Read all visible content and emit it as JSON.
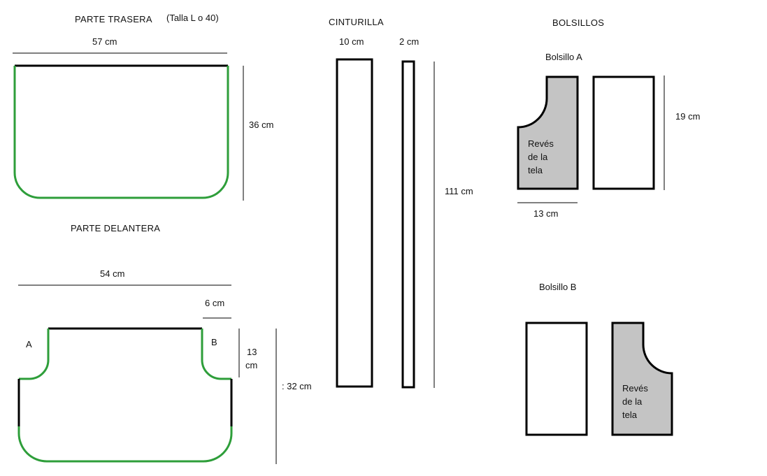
{
  "colors": {
    "outline": "#000000",
    "curve_edge": "#2e9e3a",
    "reverse_fill": "#c4c4c4",
    "dimension_line": "#000000"
  },
  "back": {
    "title": "PARTE TRASERA",
    "size_note": "(Talla L o 40)",
    "width": "57 cm",
    "height": "36 cm"
  },
  "front": {
    "title": "PARTE DELANTERA",
    "width": "54 cm",
    "notch_width": "6 cm",
    "notch_height_1": "13",
    "notch_height_2": "cm",
    "height": ": 32 cm",
    "mark_a": "A",
    "mark_b": "B"
  },
  "waistband": {
    "title": "CINTURILLA",
    "width_1": "10 cm",
    "width_2": "2 cm",
    "length": "111 cm"
  },
  "pockets": {
    "title": "BOLSILLOS",
    "a_title": "Bolsillo A",
    "b_title": "Bolsillo B",
    "width": "13 cm",
    "height": "19 cm",
    "reverse_line_1": "Revés",
    "reverse_line_2": "de la",
    "reverse_line_3": "tela"
  }
}
